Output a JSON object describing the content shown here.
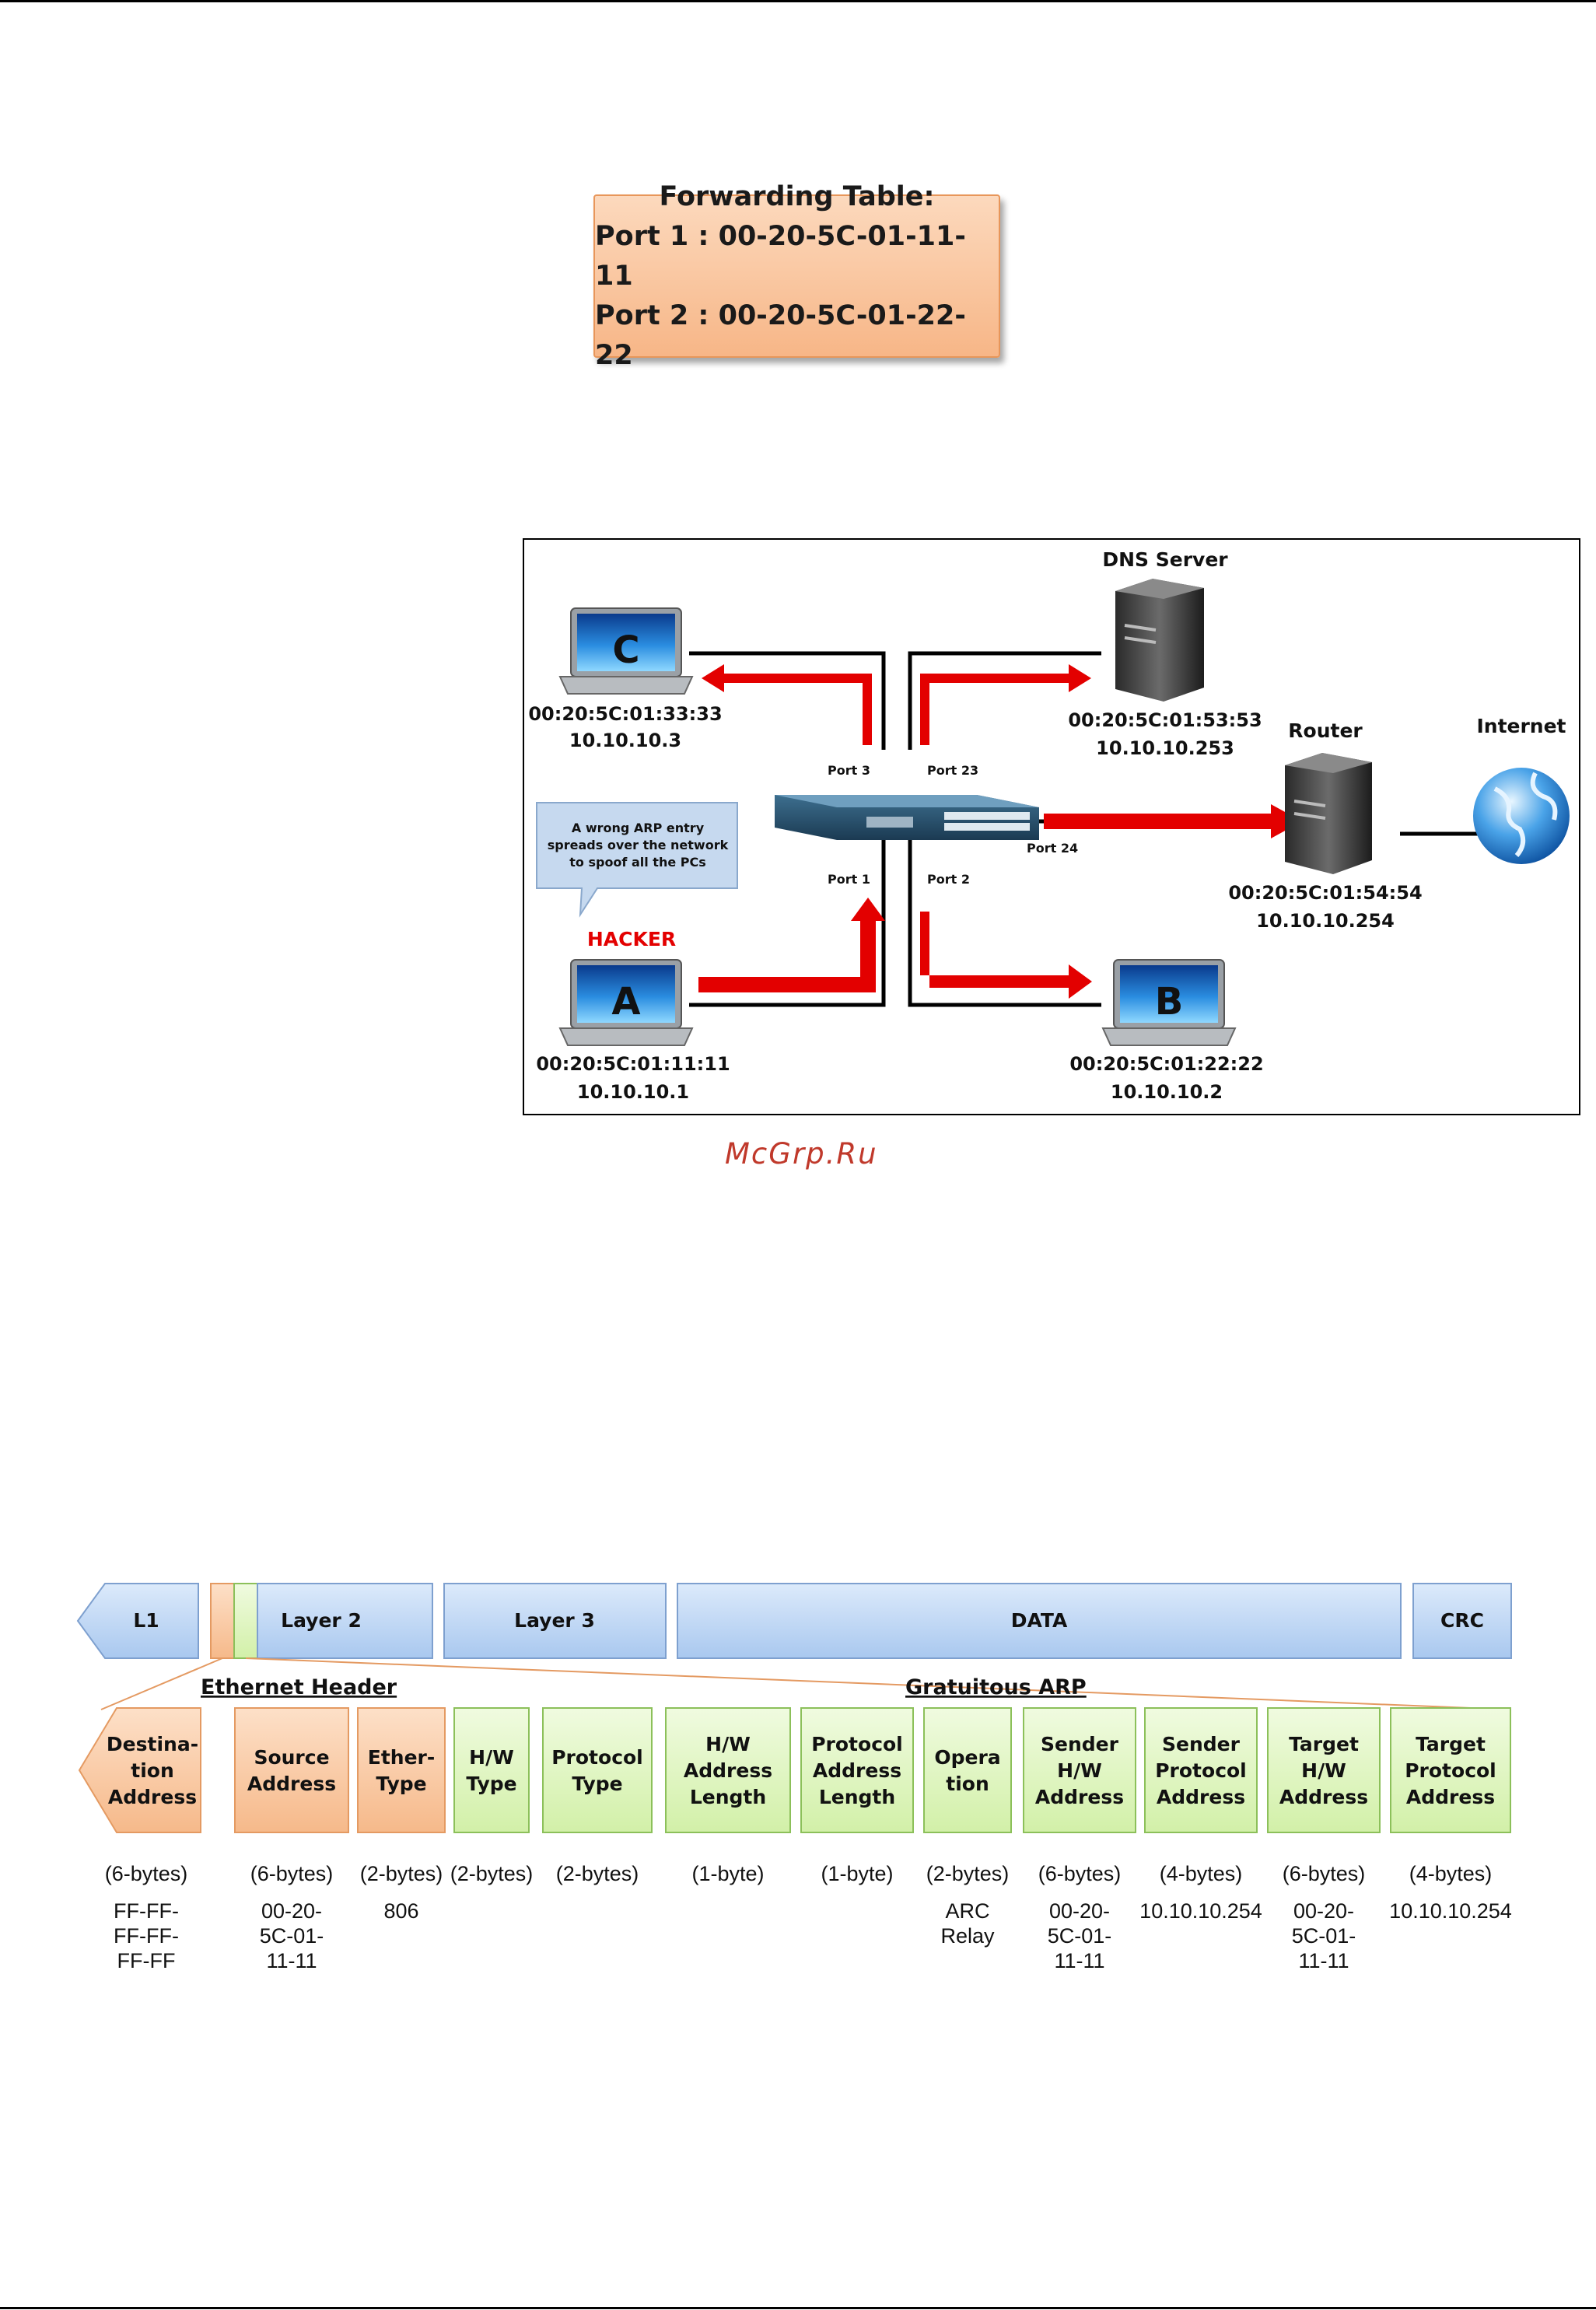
{
  "forwarding_table": {
    "title": "Forwarding Table:",
    "rows": [
      "Port 1 : 00-20-5C-01-11-11",
      "Port 2 : 00-20-5C-01-22-22"
    ]
  },
  "network": {
    "dns_title": "DNS Server",
    "router_title": "Router",
    "internet_title": "Internet",
    "hacker_label": "HACKER",
    "callout": [
      "A wrong ARP entry",
      "spreads over the network",
      "to spoof all the PCs"
    ],
    "hosts": {
      "c": {
        "letter": "C",
        "mac": "00:20:5C:01:33:33",
        "ip": "10.10.10.3"
      },
      "a": {
        "letter": "A",
        "mac": "00:20:5C:01:11:11",
        "ip": "10.10.10.1"
      },
      "b": {
        "letter": "B",
        "mac": "00:20:5C:01:22:22",
        "ip": "10.10.10.2"
      },
      "dns": {
        "mac": "00:20:5C:01:53:53",
        "ip": "10.10.10.253"
      },
      "router": {
        "mac": "00:20:5C:01:54:54",
        "ip": "10.10.10.254"
      }
    },
    "ports": {
      "p3": "Port 3",
      "p23": "Port 23",
      "p1": "Port 1",
      "p2": "Port 2",
      "p24": "Port 24"
    }
  },
  "watermark": "McGrp.Ru",
  "frame": {
    "top": {
      "l1": "L1",
      "layer2": "Layer 2",
      "layer3": "Layer 3",
      "data": "DATA",
      "crc": "CRC"
    },
    "ethernet_header": "Ethernet Header",
    "gratuitous_arp": "Gratuitous ARP",
    "fields": [
      {
        "name": [
          "Destina-",
          "tion",
          "Address"
        ],
        "size": "(6-bytes)",
        "value": [
          "FF-FF-",
          "FF-FF-",
          "FF-FF"
        ]
      },
      {
        "name": [
          "Source",
          "Address"
        ],
        "size": "(6-bytes)",
        "value": [
          "00-20-",
          "5C-01-",
          "11-11"
        ]
      },
      {
        "name": [
          "Ether-",
          "Type"
        ],
        "size": "(2-bytes)",
        "value": [
          "806"
        ]
      },
      {
        "name": [
          "H/W",
          "Type"
        ],
        "size": "(2-bytes)",
        "value": []
      },
      {
        "name": [
          "Protocol",
          "Type"
        ],
        "size": "(2-bytes)",
        "value": []
      },
      {
        "name": [
          "H/W",
          "Address",
          "Length"
        ],
        "size": "(1-byte)",
        "value": []
      },
      {
        "name": [
          "Protocol",
          "Address",
          "Length"
        ],
        "size": "(1-byte)",
        "value": []
      },
      {
        "name": [
          "Opera",
          "tion"
        ],
        "size": "(2-bytes)",
        "value": [
          "ARC",
          "Relay"
        ]
      },
      {
        "name": [
          "Sender",
          "H/W",
          "Address"
        ],
        "size": "(6-bytes)",
        "value": [
          "00-20-",
          "5C-01-",
          "11-11"
        ]
      },
      {
        "name": [
          "Sender",
          "Protocol",
          "Address"
        ],
        "size": "(4-bytes)",
        "value": [
          "10.10.10.254"
        ]
      },
      {
        "name": [
          "Target",
          "H/W",
          "Address"
        ],
        "size": "(6-bytes)",
        "value": [
          "00-20-",
          "5C-01-",
          "11-11"
        ]
      },
      {
        "name": [
          "Target",
          "Protocol",
          "Address"
        ],
        "size": "(4-bytes)",
        "value": [
          "10.10.10.254"
        ]
      }
    ]
  }
}
